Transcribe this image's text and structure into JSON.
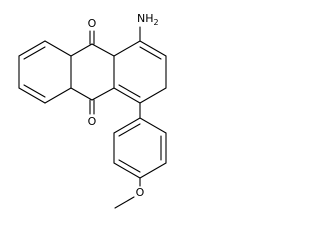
{
  "molecule": {
    "atoms": {
      "o_top": "O",
      "o_bottom": "O",
      "amino_h": "H",
      "amino_n": "N",
      "amino_sub": "2",
      "ether_o": "O"
    }
  },
  "colors": {
    "bond": "#000000",
    "text": "#000000",
    "background": "#ffffff"
  }
}
